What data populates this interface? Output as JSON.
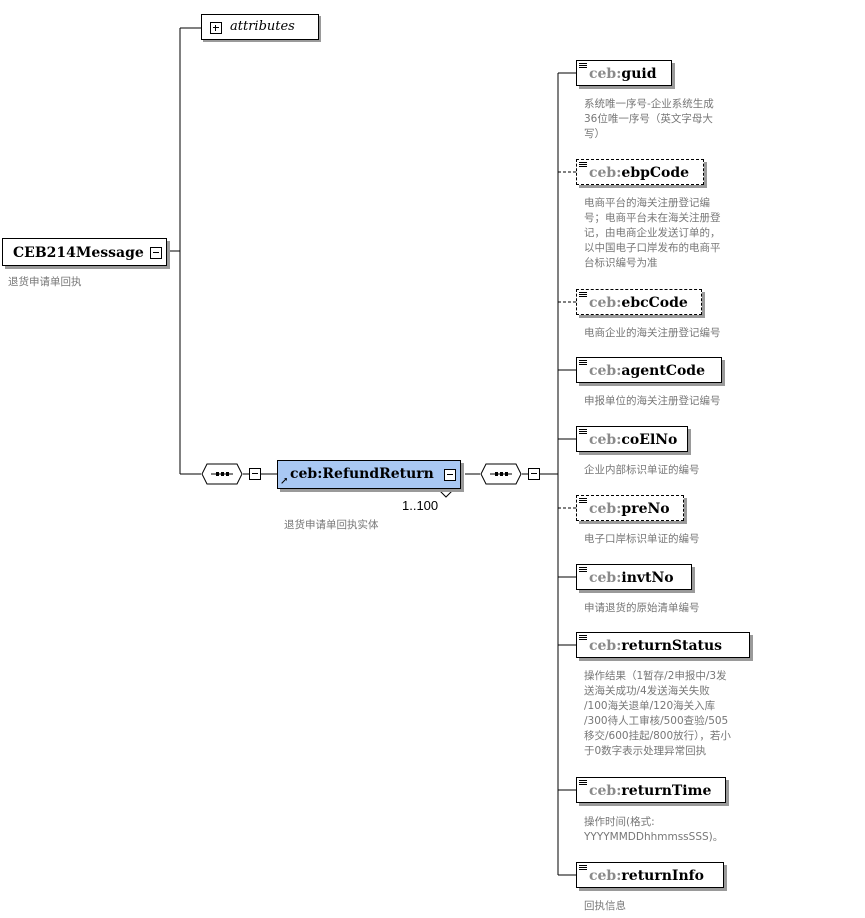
{
  "attributes": {
    "label": "attributes"
  },
  "root": {
    "name": "CEB214Message",
    "description": "退货申请单回执"
  },
  "refund": {
    "prefix": "ceb",
    "name": "RefundReturn",
    "occurrence": "1..100",
    "description": "退货申请单回执实体"
  },
  "elements": [
    {
      "prefix": "ceb",
      "name": "guid",
      "optional": false,
      "description": "系统唯一序号-企业系统生成\n36位唯一序号（英文字母大\n写）"
    },
    {
      "prefix": "ceb",
      "name": "ebpCode",
      "optional": true,
      "description": "电商平台的海关注册登记编\n号；电商平台未在海关注册登\n记，由电商企业发送订单的，\n以中国电子口岸发布的电商平\n台标识编号为准"
    },
    {
      "prefix": "ceb",
      "name": "ebcCode",
      "optional": true,
      "description": "电商企业的海关注册登记编号"
    },
    {
      "prefix": "ceb",
      "name": "agentCode",
      "optional": false,
      "description": "申报单位的海关注册登记编号"
    },
    {
      "prefix": "ceb",
      "name": "coElNo",
      "optional": false,
      "description": "企业内部标识单证的编号"
    },
    {
      "prefix": "ceb",
      "name": "preNo",
      "optional": true,
      "description": "电子口岸标识单证的编号"
    },
    {
      "prefix": "ceb",
      "name": "invtNo",
      "optional": false,
      "description": "申请退货的原始清单编号"
    },
    {
      "prefix": "ceb",
      "name": "returnStatus",
      "optional": false,
      "description": "操作结果（1暂存/2申报中/3发\n送海关成功/4发送海关失败\n/100海关退单/120海关入库\n/300待人工审核/500查验/505\n移交/600挂起/800放行），若小\n于0数字表示处理异常回执"
    },
    {
      "prefix": "ceb",
      "name": "returnTime",
      "optional": false,
      "description": "操作时间(格式:\nYYYYMMDDhhmmssSSS)。"
    },
    {
      "prefix": "ceb",
      "name": "returnInfo",
      "optional": false,
      "description": "回执信息"
    }
  ]
}
